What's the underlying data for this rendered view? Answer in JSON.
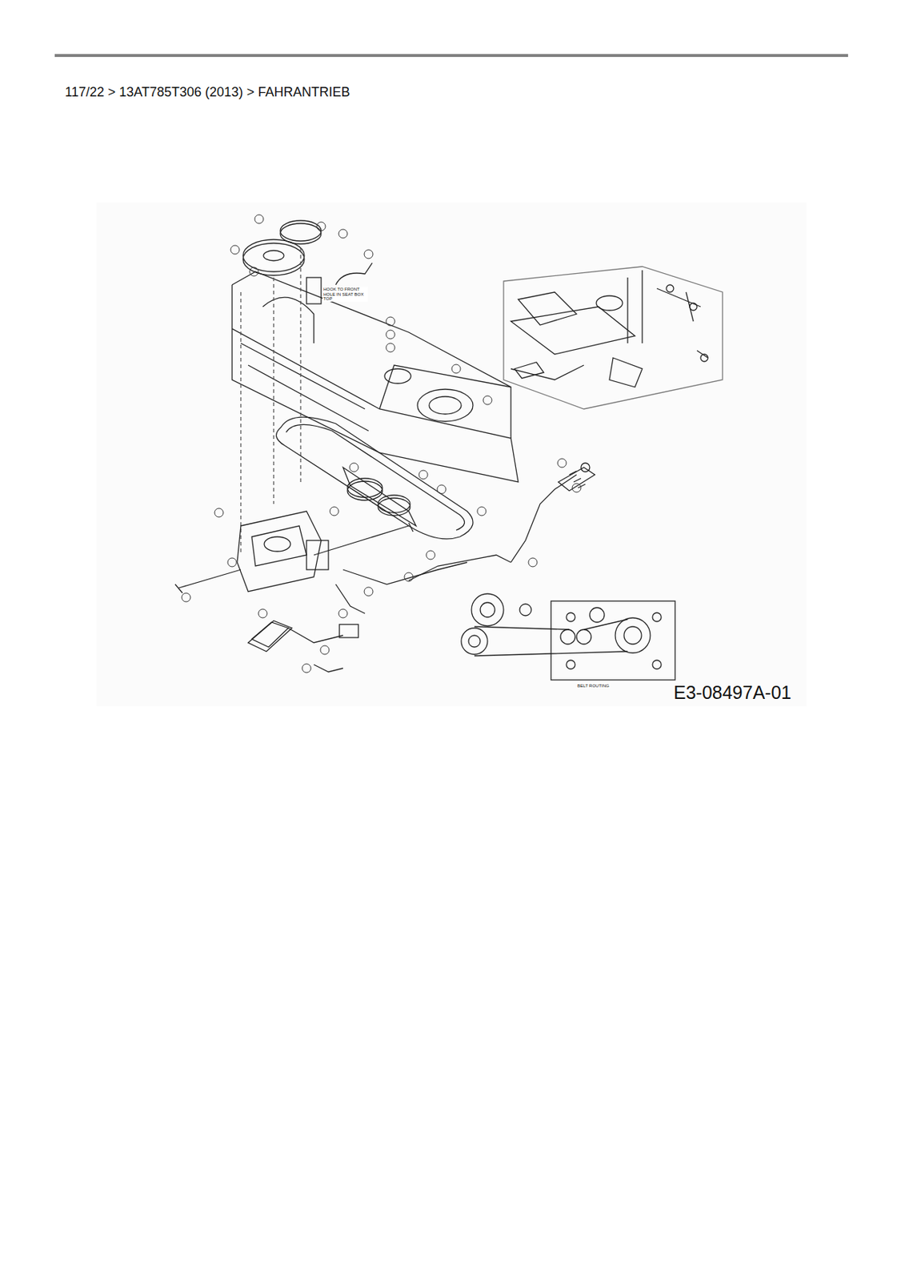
{
  "diagram": {
    "title": "117/22  >  13AT785T306 (2013)  >  FAHRANTRIEB",
    "labels": [
      "E3-08497A-01",
      "HOOK TO FRONT HOLE IN SEAT BOX TOP",
      "BELT ROUTING"
    ]
  }
}
